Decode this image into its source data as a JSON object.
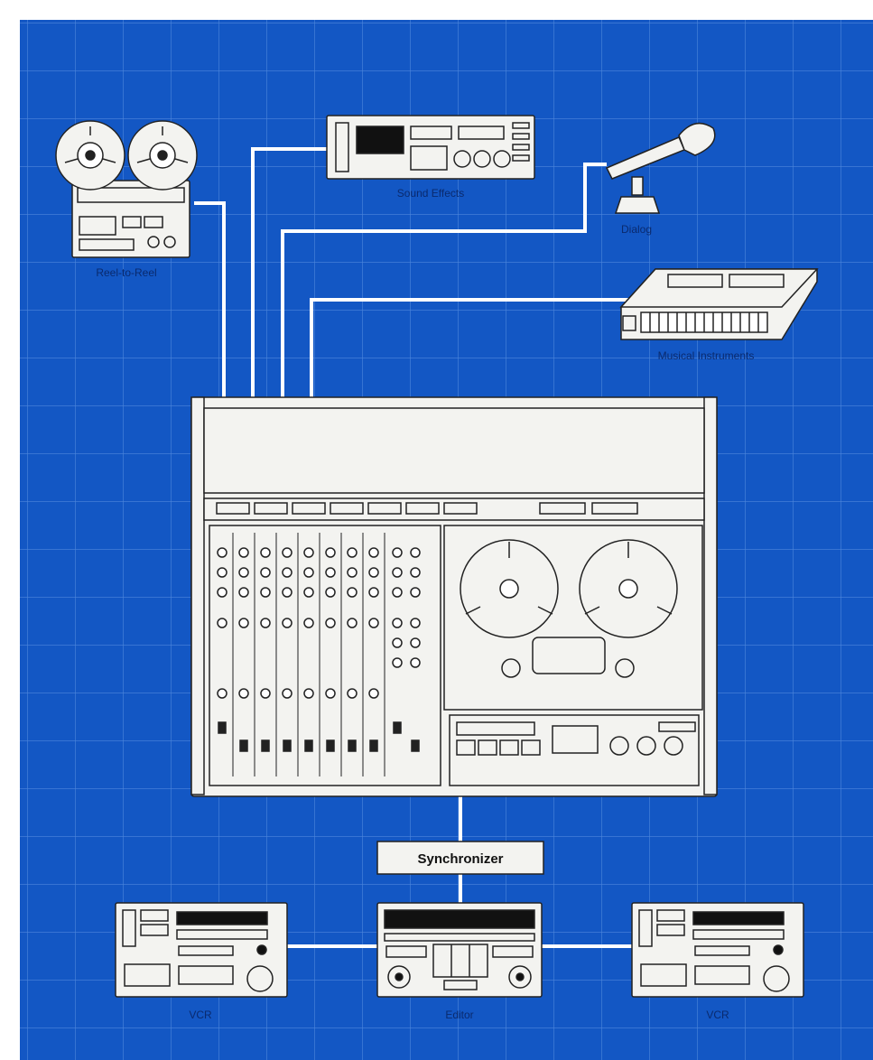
{
  "colors": {
    "background": "#1357c4",
    "grid": "#4d86dc",
    "device": "#f3f3f0",
    "stroke": "#222222",
    "wire": "#ffffff"
  },
  "labels": {
    "reel_to_reel": "Reel-to-Reel",
    "sound_effects": "Sound Effects",
    "dialog": "Dialog",
    "musical_instruments": "Musical Instruments",
    "synchronizer": "Synchronizer",
    "vcr_left": "VCR",
    "editor": "Editor",
    "vcr_right": "VCR"
  },
  "icons": {
    "reel_to_reel": "reel-to-reel-deck-icon",
    "sound_effects": "effects-unit-icon",
    "dialog": "microphone-icon",
    "musical_instruments": "keyboard-synth-icon",
    "console": "mixer-tape-console-icon",
    "vcr": "vcr-deck-icon",
    "editor": "edit-controller-icon"
  }
}
